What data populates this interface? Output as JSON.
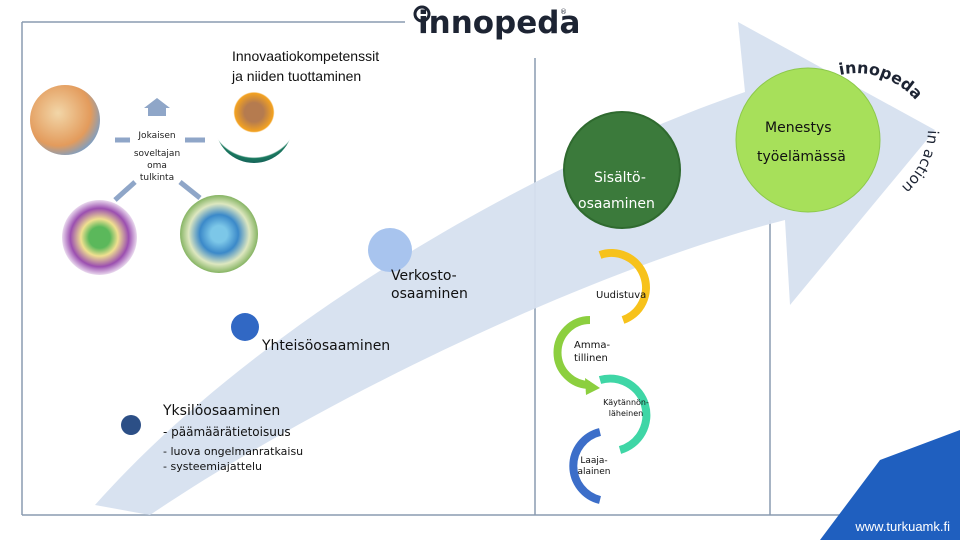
{
  "logo": {
    "text": "innopeda",
    "registered": "®"
  },
  "title": {
    "line1": "Innovaatiokompetenssit",
    "line2": "ja niiden tuottaminen"
  },
  "left_cluster": {
    "center_line1": "Jokaisen",
    "center_line2": "soveltajan",
    "center_line3": "oma",
    "center_line4": "tulkinta"
  },
  "levels": {
    "content": {
      "line1": "Sisältö-",
      "line2": "osaaminen"
    },
    "network": {
      "line1": "Verkosto-",
      "line2": "osaaminen"
    },
    "community": {
      "label": "Yhteisöosaaminen"
    },
    "individual": {
      "label": "Yksilöosaaminen",
      "sub1": "- päämäärätietoisuus",
      "sub2": "- luova ongelmanratkaisu",
      "sub3": "- systeemiajattelu"
    },
    "success": {
      "line1": "Menestys",
      "line2": "työelämässä"
    }
  },
  "badge": {
    "arc_text": "innopeda",
    "in_action": "in action"
  },
  "cycle": {
    "items": [
      {
        "label": "Uudistuva"
      },
      {
        "label_line1": "Amma-",
        "label_line2": "tillinen"
      },
      {
        "label_line1": "Käytännön-",
        "label_line2": "läheinen"
      },
      {
        "label_line1": "Laaja-",
        "label_line2": "alainen"
      }
    ]
  },
  "footer": {
    "url": "www.turkuamk.fi"
  },
  "colors": {
    "arrow": "#d6e0ef",
    "dark_green": "#3b7a3b",
    "blue_dark": "#2f5f9e",
    "blue_mid": "#4f7fcf",
    "blue_light": "#a8c4ee",
    "cycle_yellow": "#f7c21b",
    "cycle_green": "#8ccf3f",
    "cycle_teal": "#3fd6a6",
    "cycle_blue": "#3c6ec9",
    "footer_blue": "#1f5fbf"
  }
}
